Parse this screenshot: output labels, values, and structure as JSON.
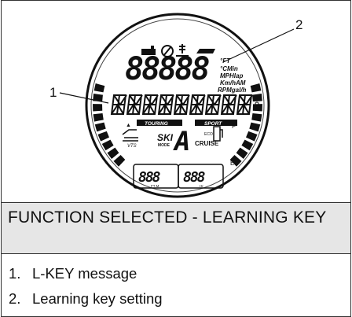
{
  "figure": {
    "callout_1": "1",
    "callout_2": "2",
    "lcd": {
      "main_digits": "88888",
      "units_line1": "°FT",
      "units_line2": "°CMin",
      "units_line3": "MPHlap",
      "units_line4": "Km/hAM",
      "units_line5": "RPMgal/h",
      "touring_label": "TOURING",
      "sport_label": "SPORT",
      "ski_label": "SKI",
      "mode_label": "MODE",
      "vts_label": "VTS",
      "cruise_label": "CRUISE",
      "eco_label": "ECO",
      "fuel_full": "F",
      "fuel_empty": "E",
      "left_display": "888",
      "left_unit": "FT M",
      "right_display": "888",
      "right_unit": "Hr"
    }
  },
  "title": "FUNCTION SELECTED - LEARNING KEY",
  "legend": [
    {
      "number": "1.",
      "text": "L-KEY message"
    },
    {
      "number": "2.",
      "text": "Learning key setting"
    }
  ]
}
